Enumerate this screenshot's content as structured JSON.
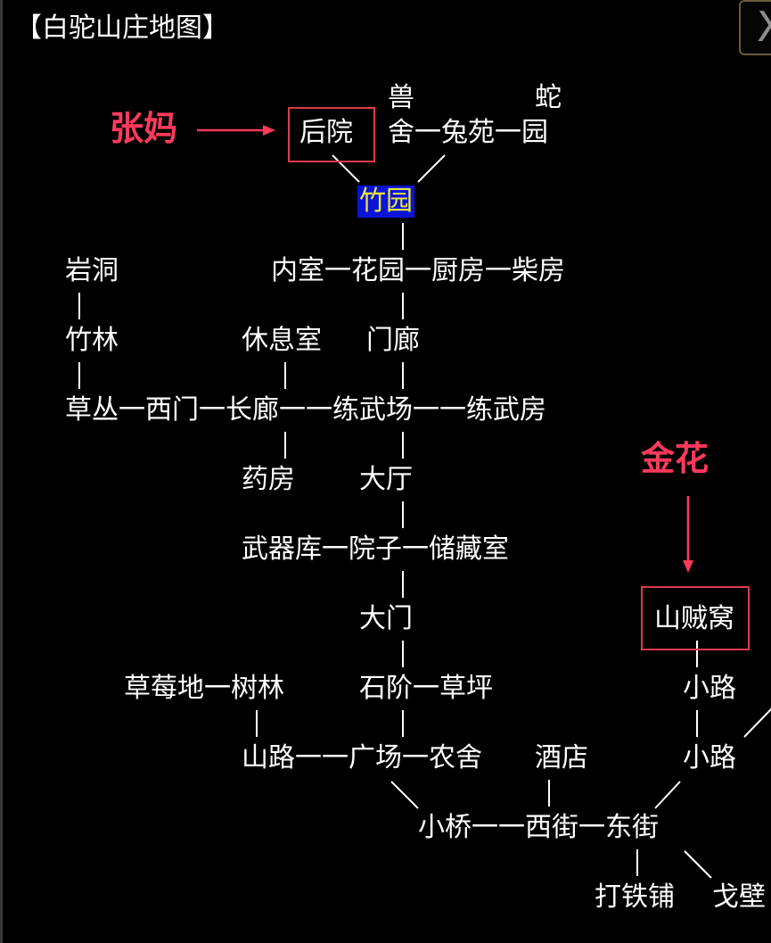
{
  "map": {
    "title": "【白驼山庄地图】",
    "close_icon": "close-icon",
    "rooms": [
      {
        "id": "shou",
        "label": "兽"
      },
      {
        "id": "she",
        "label": "蛇"
      },
      {
        "id": "houyuan",
        "label": "后院"
      },
      {
        "id": "shelun",
        "label": "舍一兔苑一园"
      },
      {
        "id": "zhuyuan",
        "label": "竹园",
        "current": true
      },
      {
        "id": "yandong",
        "label": "岩洞"
      },
      {
        "id": "neishi",
        "label": "内室一花园一厨房一柴房"
      },
      {
        "id": "zhulin",
        "label": "竹林"
      },
      {
        "id": "xiuxishi",
        "label": "休息室"
      },
      {
        "id": "menlang",
        "label": "门廊"
      },
      {
        "id": "caocong",
        "label": "草丛一西门一长廊一一练武场一一练武房"
      },
      {
        "id": "yaofang",
        "label": "药房"
      },
      {
        "id": "dating",
        "label": "大厅"
      },
      {
        "id": "wuqiku",
        "label": "武器库一院子一储藏室"
      },
      {
        "id": "damen",
        "label": "大门"
      },
      {
        "id": "shanzeiwo",
        "label": "山贼窝"
      },
      {
        "id": "caomeidi",
        "label": "草莓地一树林"
      },
      {
        "id": "shijie",
        "label": "石阶一草坪"
      },
      {
        "id": "xiaolu1",
        "label": "小路"
      },
      {
        "id": "shanlu",
        "label": "山路一一广场一农舍"
      },
      {
        "id": "jiudian",
        "label": "酒店"
      },
      {
        "id": "xiaolu2",
        "label": "小路"
      },
      {
        "id": "xiaoqiao",
        "label": "小桥一一西街一东街"
      },
      {
        "id": "datiepu",
        "label": "打铁铺"
      },
      {
        "id": "gebi",
        "label": "戈壁"
      }
    ]
  },
  "annotations": {
    "zhangma": "张妈",
    "jinhua": "金花"
  },
  "colors": {
    "background": "#000000",
    "current_bg": "#0a14d8",
    "current_fg": "#e8e838",
    "annotation": "#ff3a5c",
    "line": "#ffffff"
  }
}
